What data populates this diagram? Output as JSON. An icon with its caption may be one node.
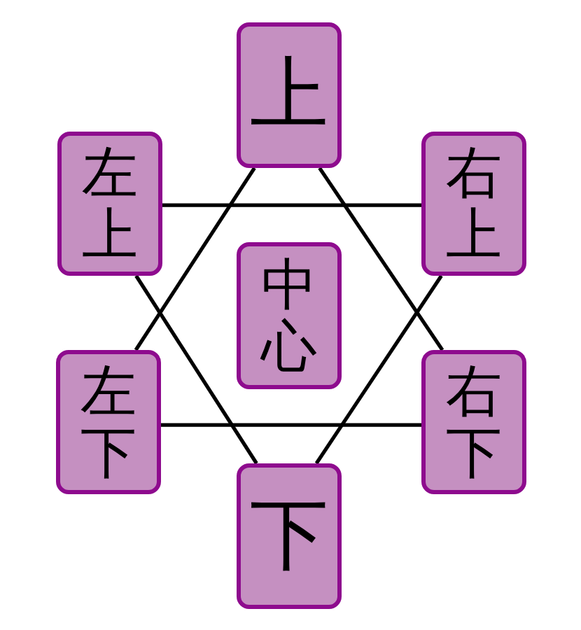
{
  "diagram": {
    "nodes": [
      {
        "text": [
          "上"
        ]
      },
      {
        "text": [
          "左上"
        ]
      },
      {
        "text": [
          "右上"
        ]
      },
      {
        "text": [
          "中心"
        ]
      },
      {
        "text": [
          "左下"
        ]
      },
      {
        "text": [
          "右下"
        ]
      },
      {
        "text": [
          "下"
        ]
      }
    ],
    "edges": [
      {
        "from": 0,
        "to": 4,
        "arrow": "none"
      },
      {
        "from": 0,
        "to": 5,
        "arrow": "none"
      },
      {
        "from": 1,
        "to": 2,
        "arrow": "none"
      },
      {
        "from": 1,
        "to": 6,
        "arrow": "none"
      },
      {
        "from": 2,
        "to": 6,
        "arrow": "none"
      },
      {
        "from": 4,
        "to": 5,
        "arrow": "none"
      }
    ]
  }
}
